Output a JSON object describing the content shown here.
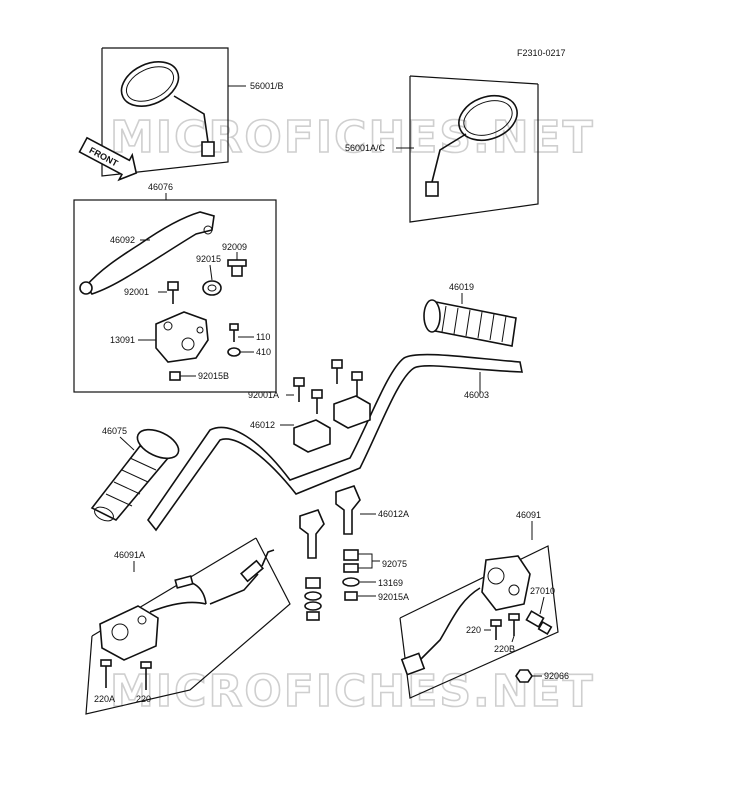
{
  "diagram": {
    "code": "F2310-0217",
    "watermark": "MICROFICHES.NET",
    "front_label": "FRONT",
    "labels": {
      "mirror_left": "56001/B",
      "mirror_right": "56001A/C",
      "lever_assy": "46076",
      "lever": "46092",
      "p92009": "92009",
      "p92015": "92015",
      "p92001": "92001",
      "p13091": "13091",
      "p110": "110",
      "p410": "410",
      "p92015B": "92015B",
      "p46019": "46019",
      "p46003": "46003",
      "p92001A": "92001A",
      "p46012": "46012",
      "p46075": "46075",
      "p46012A": "46012A",
      "p46091": "46091",
      "p46091A": "46091A",
      "p92075": "92075",
      "p13169": "13169",
      "p92015A": "92015A",
      "p27010": "27010",
      "p220_r": "220",
      "p220B": "220B",
      "p92066": "92066",
      "p220A": "220A",
      "p220_l": "220"
    }
  }
}
